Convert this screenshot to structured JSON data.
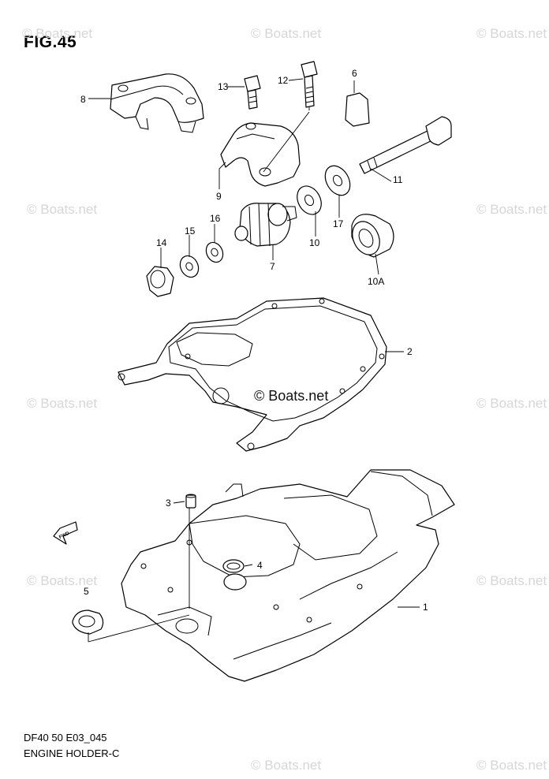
{
  "figure": {
    "title": "FIG.45"
  },
  "footer": {
    "code": "DF40 50 E03_045",
    "name": "ENGINE HOLDER-C"
  },
  "watermark": {
    "small": "© Boats.net",
    "center": "© Boats.net"
  },
  "callouts": {
    "p1": "1",
    "p2": "2",
    "p3": "3",
    "p4": "4",
    "p5": "5",
    "p6": "6",
    "p7": "7",
    "p8": "8",
    "p9": "9",
    "p10": "10",
    "p10a": "10A",
    "p11": "11",
    "p12": "12",
    "p13": "13",
    "p14": "14",
    "p15": "15",
    "p16": "16",
    "p17": "17"
  },
  "fwd_arrow": {
    "text": "FWD"
  },
  "colors": {
    "line": "#000000",
    "watermark": "#d6d6d6",
    "background": "#ffffff"
  }
}
